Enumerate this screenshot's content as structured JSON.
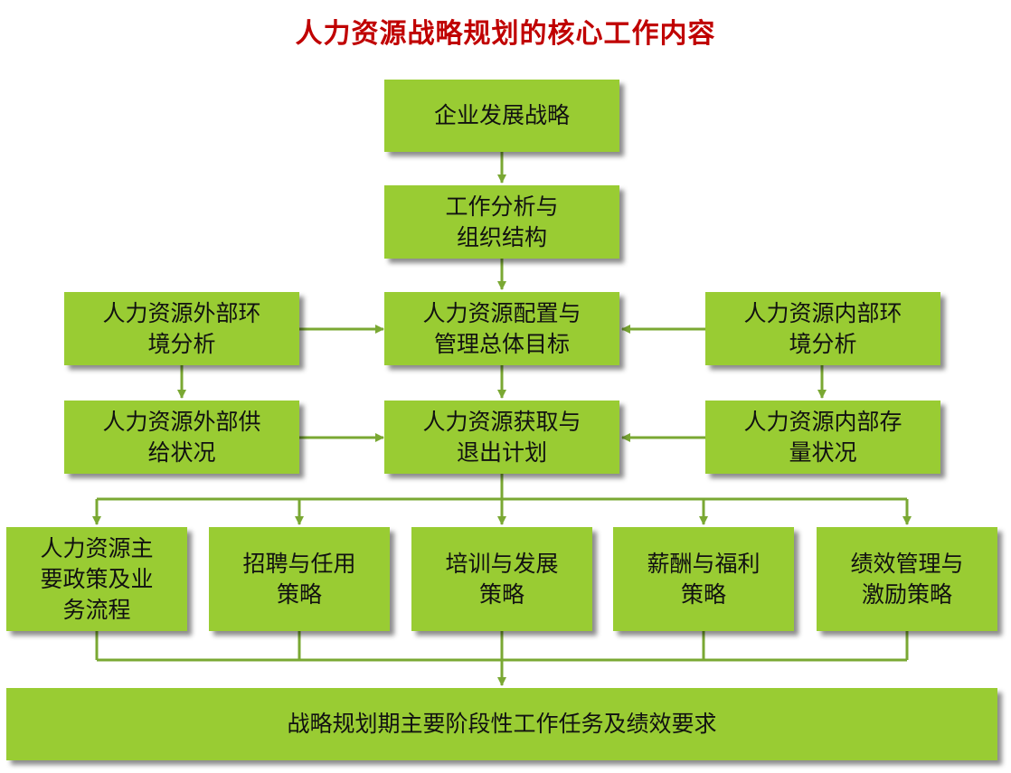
{
  "title": "人力资源战略规划的核心工作内容",
  "colors": {
    "title": "#c00000",
    "box_fill": "#99cc33",
    "connector": "#7aa833"
  },
  "nodes": {
    "enterprise_strategy": "企业发展战略",
    "job_analysis": "工作分析与\n组织结构",
    "allocation_targets": "人力资源配置与\n管理总体目标",
    "external_env": "人力资源外部环\n境分析",
    "internal_env": "人力资源内部环\n境分析",
    "external_supply": "人力资源外部供\n给状况",
    "acquisition_exit": "人力资源获取与\n退出计划",
    "internal_stock": "人力资源内部存\n量状况",
    "main_policies": "人力资源主\n要政策及业\n务流程",
    "recruitment": "招聘与任用\n策略",
    "training": "培训与发展\n策略",
    "compensation": "薪酬与福利\n策略",
    "performance": "绩效管理与\n激励策略",
    "stage_tasks": "战略规划期主要阶段性工作任务及绩效要求"
  }
}
